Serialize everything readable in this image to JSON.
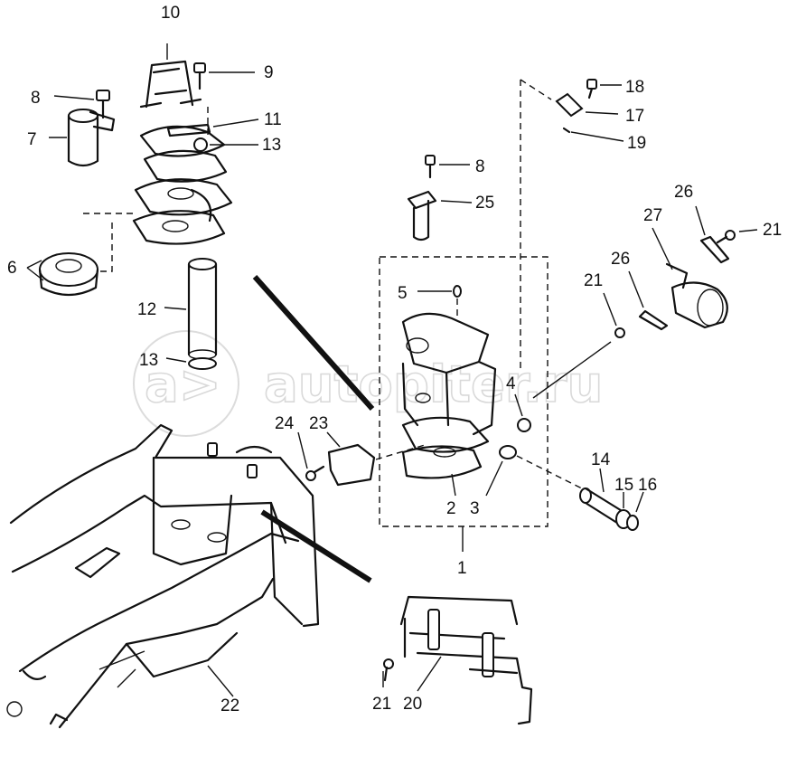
{
  "watermark": {
    "logo_mark": "a>",
    "text": "autopiter.ru"
  },
  "callouts": {
    "p1": "1",
    "p2": "2",
    "p3": "3",
    "p4": "4",
    "p5": "5",
    "p6": "6",
    "p7": "7",
    "p8a": "8",
    "p8b": "8",
    "p9": "9",
    "p10": "10",
    "p11": "11",
    "p12": "12",
    "p13a": "13",
    "p13b": "13",
    "p14": "14",
    "p15": "15",
    "p16": "16",
    "p17": "17",
    "p18": "18",
    "p19": "19",
    "p20": "20",
    "p21a": "21",
    "p21b": "21",
    "p21c": "21",
    "p22": "22",
    "p23": "23",
    "p24": "24",
    "p25": "25",
    "p26a": "26",
    "p26b": "26",
    "p27": "27"
  }
}
